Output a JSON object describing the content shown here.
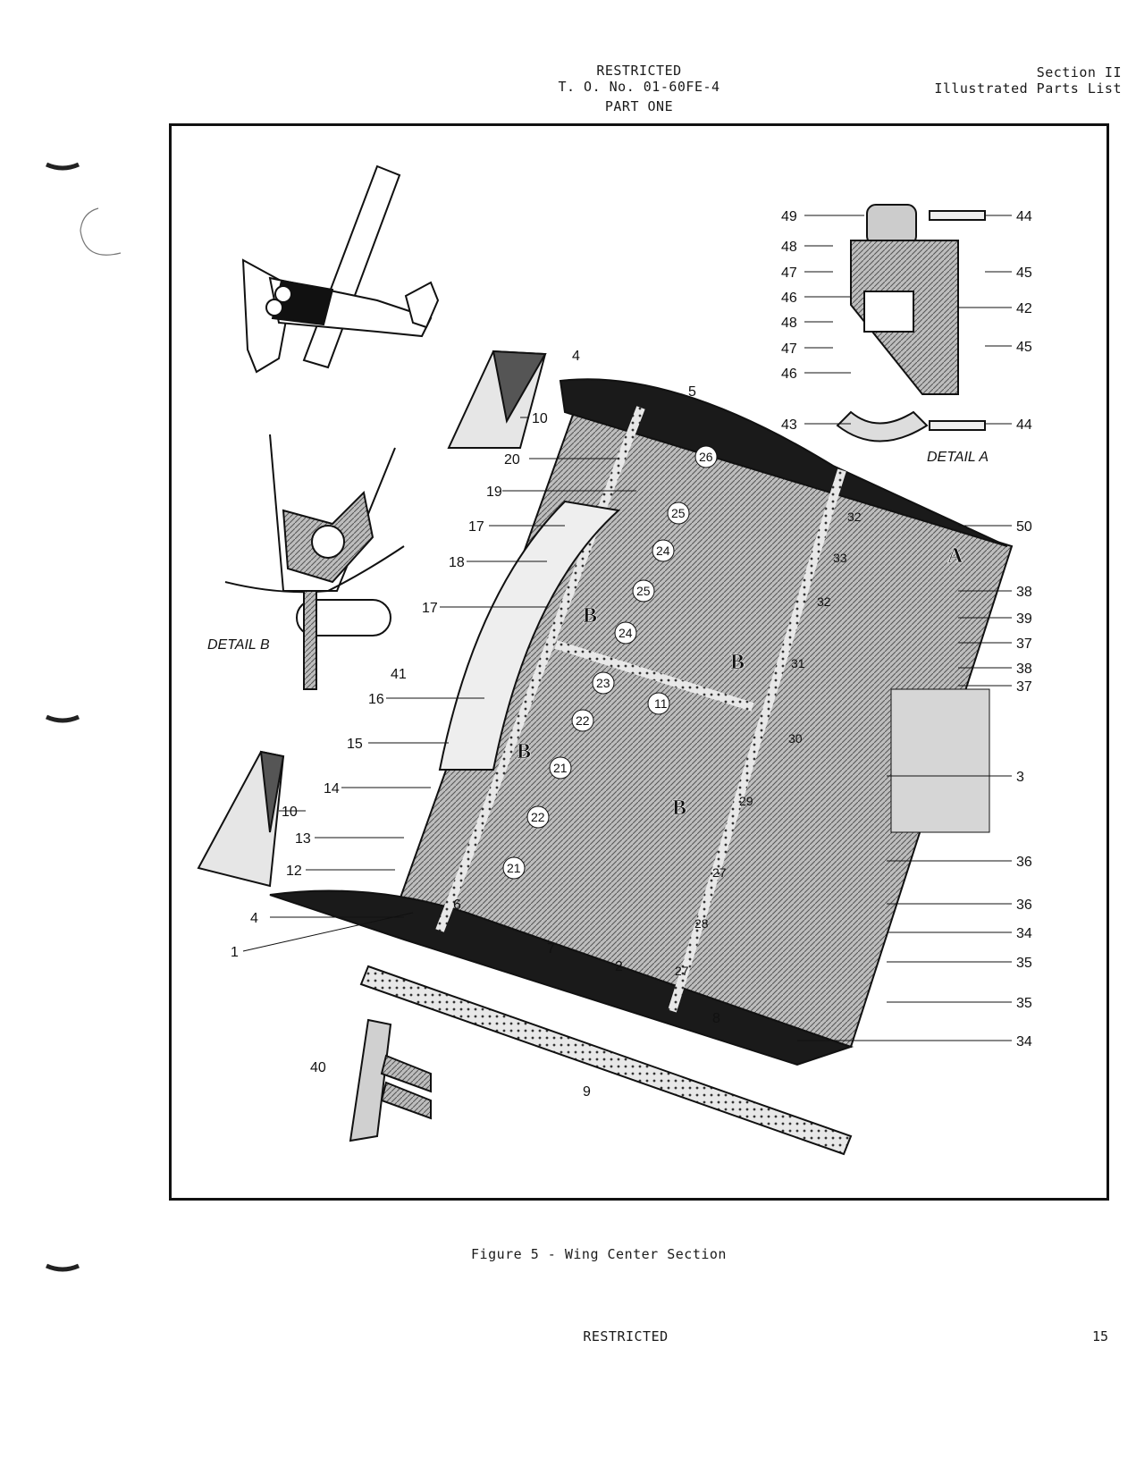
{
  "header": {
    "line1": "RESTRICTED",
    "line2": "T. O. No. 01-60FE-4",
    "line3": "PART ONE",
    "section": "Section II",
    "subtitle": "Illustrated Parts List"
  },
  "figure": {
    "detail_a_label": "DETAIL A",
    "detail_b_label": "DETAIL B",
    "callouts_right": [
      "44",
      "45",
      "42",
      "45",
      "44",
      "50",
      "38",
      "39",
      "37",
      "38",
      "37",
      "3",
      "36",
      "36",
      "34",
      "35",
      "35",
      "34"
    ],
    "callouts_left": [
      "10",
      "20",
      "19",
      "17",
      "18",
      "17",
      "16",
      "15",
      "14",
      "10",
      "13",
      "12",
      "4",
      "1"
    ],
    "callouts_detail_a_left": [
      "49",
      "48",
      "47",
      "46",
      "48",
      "47",
      "46",
      "43"
    ],
    "callouts_on_part": [
      "4",
      "5",
      "26",
      "25",
      "24",
      "25",
      "24",
      "23",
      "22",
      "21",
      "22",
      "21",
      "6",
      "7",
      "2",
      "8",
      "9",
      "40",
      "41",
      "11",
      "27",
      "28",
      "27",
      "29",
      "30",
      "31",
      "32",
      "33",
      "32"
    ],
    "area_markers": [
      "A",
      "B",
      "B",
      "B",
      "B"
    ]
  },
  "caption": "Figure 5 - Wing Center Section",
  "footer": {
    "classification": "RESTRICTED",
    "page_number": "15"
  }
}
